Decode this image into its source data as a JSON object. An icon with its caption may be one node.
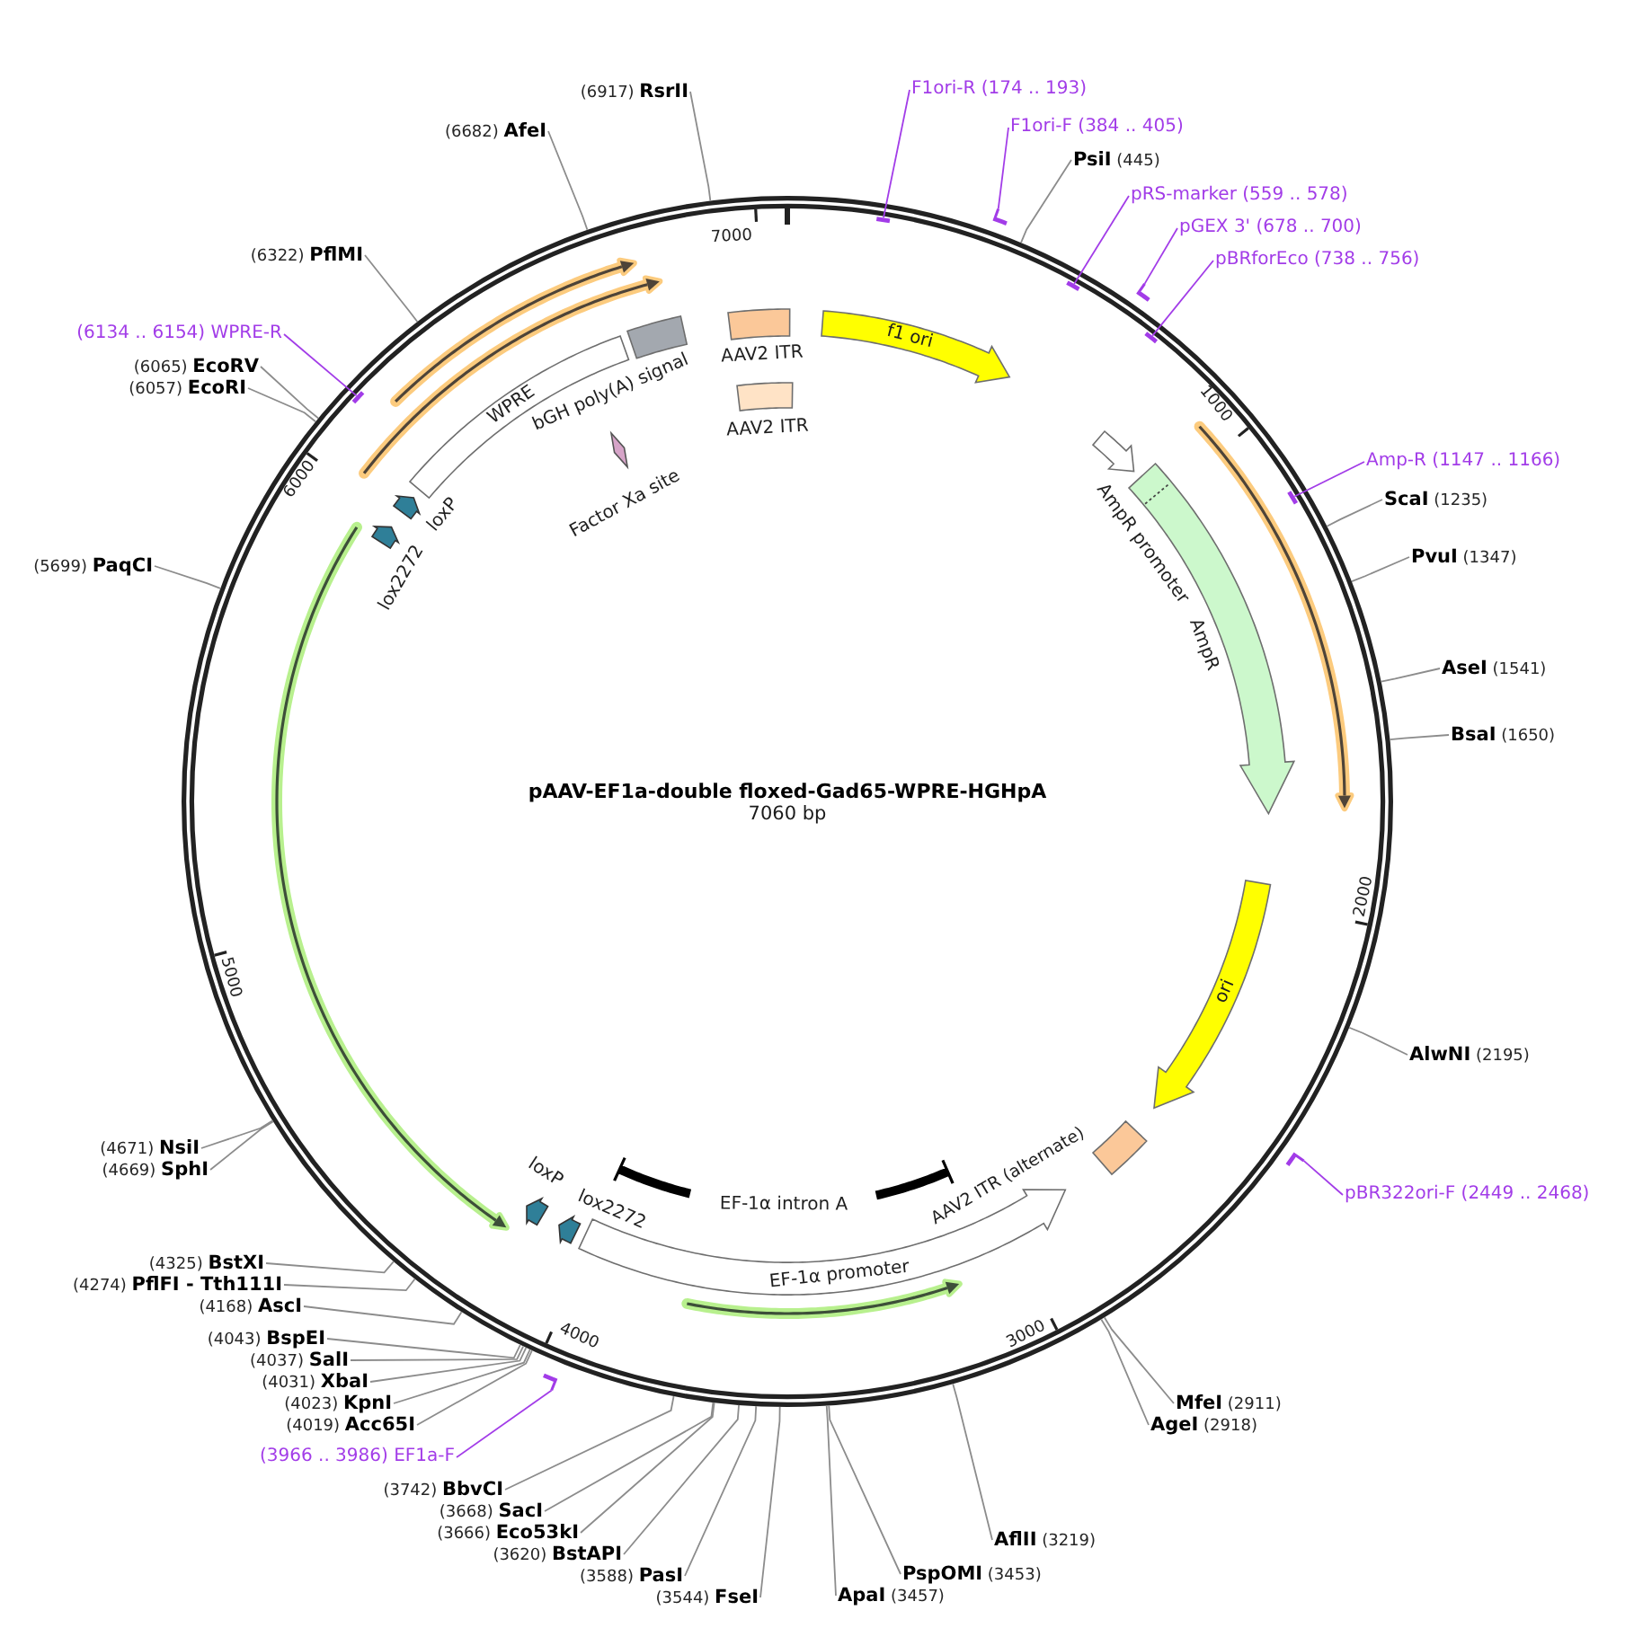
{
  "diagram": {
    "title": "pAAV-EF1a-double floxed-Gad65-WPRE-HGHpA",
    "nodes": [
      {
        "text": [
          "f1 ori"
        ]
      },
      {
        "text": [
          "AmpR promoter"
        ]
      },
      {
        "text": [
          "AmpR"
        ]
      },
      {
        "text": [
          "ori"
        ]
      },
      {
        "text": [
          "AAV2 ITR (alternate)"
        ]
      },
      {
        "text": [
          "EF-1α promoter"
        ]
      },
      {
        "text": [
          "EF-1α intron A"
        ]
      },
      {
        "text": [
          "lox2272"
        ]
      },
      {
        "text": [
          "loxP"
        ]
      },
      {
        "text": [
          "lox2272"
        ]
      },
      {
        "text": [
          "loxP"
        ]
      },
      {
        "text": [
          "WPRE"
        ]
      },
      {
        "text": [
          "Factor Xa site"
        ]
      },
      {
        "text": [
          "bGH poly(A) signal"
        ]
      },
      {
        "text": [
          "AAV2 ITR"
        ]
      },
      {
        "text": [
          "AAV2 ITR"
        ]
      },
      {
        "text": [
          "F1ori-R (174 .. 193)"
        ]
      },
      {
        "text": [],
        "shape": "bar"
      },
      {
        "text": [
          "F1ori-F (384 .. 405)"
        ]
      },
      {
        "text": [],
        "shape": "bar"
      },
      {
        "text": [
          "**PsiI** (445)"
        ]
      },
      {
        "text": [
          "pRS-marker (559 .. 578)"
        ]
      },
      {
        "text": [],
        "shape": "bar"
      },
      {
        "text": [
          "pGEX 3' (678 .. 700)"
        ]
      },
      {
        "text": [],
        "shape": "bar"
      },
      {
        "text": [
          "pBRforEco (738 .. 756)"
        ]
      },
      {
        "text": [],
        "shape": "bar"
      },
      {
        "text": [
          "Amp-R (1147 .. 1166)"
        ]
      },
      {
        "text": [],
        "shape": "bar"
      },
      {
        "text": [
          "**ScaI** (1235)"
        ]
      },
      {
        "text": [
          "**PvuI** (1347)"
        ]
      },
      {
        "text": [
          "**AseI** (1541)"
        ]
      },
      {
        "text": [
          "**BsaI** (1650)"
        ]
      },
      {
        "text": [
          "**AlwNI** (2195)"
        ]
      },
      {
        "text": [
          "pBR322ori-F (2449 .. 2468)"
        ]
      },
      {
        "text": [],
        "shape": "bar"
      },
      {
        "text": [
          "**MfeI** (2911)"
        ]
      },
      {
        "text": [
          "**AgeI** (2918)"
        ]
      },
      {
        "text": [
          "**AflII** (3219)"
        ]
      },
      {
        "text": [
          "**PspOMI** (3453)"
        ]
      },
      {
        "text": [
          "**ApaI** (3457)"
        ]
      },
      {
        "text": [
          "(3544) **FseI**"
        ]
      },
      {
        "text": [
          "(3588) **PasI**"
        ]
      },
      {
        "text": [
          "(3620) **BstAPI**"
        ]
      },
      {
        "text": [
          "(3666) **Eco53kI**"
        ]
      },
      {
        "text": [
          "(3668) **SacI**"
        ]
      },
      {
        "text": [
          "(3742) **BbvCI**"
        ]
      },
      {
        "text": [
          "(3966 .. 3986) EF1a-F"
        ]
      },
      {
        "text": [],
        "shape": "bar"
      },
      {
        "text": [
          "(4019) **Acc65I**"
        ]
      },
      {
        "text": [
          "(4023) **KpnI**"
        ]
      },
      {
        "text": [
          "(4031) **XbaI**"
        ]
      },
      {
        "text": [
          "(4037) **SalI**"
        ]
      },
      {
        "text": [
          "(4043) **BspEI**"
        ]
      },
      {
        "text": [
          "(4168) **AscI**"
        ]
      },
      {
        "text": [
          "(4274) **PflFI - Tth111I**"
        ]
      },
      {
        "text": [
          "(4325) **BstXI**"
        ]
      },
      {
        "text": [
          "(4669) **SphI**"
        ]
      },
      {
        "text": [
          "(4671) **NsiI**"
        ]
      },
      {
        "text": [
          "(5699) **PaqCI**"
        ]
      },
      {
        "text": [
          "(6057) **EcoRI**"
        ]
      },
      {
        "text": [
          "(6065) **EcoRV**"
        ]
      },
      {
        "text": [
          "(6134 .. 6154) WPRE-R"
        ]
      },
      {
        "text": [],
        "shape": "bar"
      },
      {
        "text": [
          "(6322) **PflMI**"
        ]
      },
      {
        "text": [
          "(6682) **AfeI**"
        ]
      },
      {
        "text": [
          "(6917) **RsrII**"
        ]
      }
    ],
    "edges": [
      {
        "from": 16,
        "to": 17,
        "arrow": "none",
        "color": "#a23ce8"
      },
      {
        "from": 18,
        "to": 19,
        "arrow": "none",
        "color": "#a23ce8"
      },
      {
        "from": 20,
        "to": null,
        "arrow": "none"
      },
      {
        "from": 21,
        "to": 22,
        "arrow": "none",
        "color": "#a23ce8"
      },
      {
        "from": 23,
        "to": 24,
        "arrow": "none",
        "color": "#a23ce8"
      },
      {
        "from": 25,
        "to": 26,
        "arrow": "none",
        "color": "#a23ce8"
      },
      {
        "from": 27,
        "to": 28,
        "arrow": "none",
        "color": "#a23ce8"
      },
      {
        "from": 29,
        "to": null,
        "arrow": "none"
      },
      {
        "from": 30,
        "to": null,
        "arrow": "none"
      },
      {
        "from": 31,
        "to": null,
        "arrow": "none"
      },
      {
        "from": 32,
        "to": null,
        "arrow": "none"
      },
      {
        "from": 33,
        "to": null,
        "arrow": "none"
      },
      {
        "from": 34,
        "to": 35,
        "arrow": "none",
        "color": "#a23ce8"
      },
      {
        "from": 36,
        "to": null,
        "arrow": "none"
      },
      {
        "from": 37,
        "to": null,
        "arrow": "none"
      },
      {
        "from": 38,
        "to": null,
        "arrow": "none"
      },
      {
        "from": 39,
        "to": null,
        "arrow": "none"
      },
      {
        "from": 40,
        "to": null,
        "arrow": "none"
      },
      {
        "from": 41,
        "to": null,
        "arrow": "none"
      },
      {
        "from": 42,
        "to": null,
        "arrow": "none"
      },
      {
        "from": 43,
        "to": null,
        "arrow": "none"
      },
      {
        "from": 44,
        "to": null,
        "arrow": "none"
      },
      {
        "from": 45,
        "to": null,
        "arrow": "none"
      },
      {
        "from": 46,
        "to": null,
        "arrow": "none"
      },
      {
        "from": 47,
        "to": 48,
        "arrow": "none",
        "color": "#a23ce8"
      },
      {
        "from": 49,
        "to": null,
        "arrow": "none"
      },
      {
        "from": 50,
        "to": null,
        "arrow": "none"
      },
      {
        "from": 51,
        "to": null,
        "arrow": "none"
      },
      {
        "from": 52,
        "to": null,
        "arrow": "none"
      },
      {
        "from": 53,
        "to": null,
        "arrow": "none"
      },
      {
        "from": 54,
        "to": null,
        "arrow": "none"
      },
      {
        "from": 55,
        "to": null,
        "arrow": "none"
      },
      {
        "from": 56,
        "to": null,
        "arrow": "none"
      },
      {
        "from": 57,
        "to": null,
        "arrow": "none"
      },
      {
        "from": 58,
        "to": null,
        "arrow": "none"
      },
      {
        "from": 59,
        "to": null,
        "arrow": "none"
      },
      {
        "from": 60,
        "to": null,
        "arrow": "none"
      },
      {
        "from": 61,
        "to": null,
        "arrow": "none"
      },
      {
        "from": 62,
        "to": 63,
        "arrow": "none",
        "color": "#a23ce8"
      },
      {
        "from": 64,
        "to": null,
        "arrow": "none"
      },
      {
        "from": 65,
        "to": null,
        "arrow": "none"
      },
      {
        "from": 66,
        "to": null,
        "arrow": "none"
      }
    ],
    "labels": [
      "7060 bp",
      "1000",
      "2000",
      "3000",
      "4000",
      "5000",
      "6000",
      "7000"
    ]
  }
}
